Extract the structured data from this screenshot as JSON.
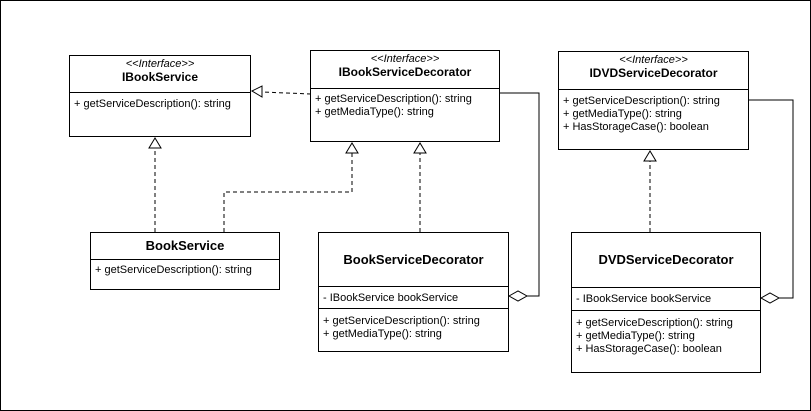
{
  "classes": {
    "ibookservice": {
      "stereotype": "<<Interface>>",
      "name": "IBookService",
      "methods": [
        "+ getServiceDescription(): string"
      ]
    },
    "ibookservicedecorator": {
      "stereotype": "<<Interface>>",
      "name": "IBookServiceDecorator",
      "methods": [
        "+ getServiceDescription(): string",
        "+ getMediaType(): string"
      ]
    },
    "idvdservicedecorator": {
      "stereotype": "<<Interface>>",
      "name": "IDVDServiceDecorator",
      "methods": [
        "+ getServiceDescription(): string",
        "+ getMediaType(): string",
        "+ HasStorageCase(): boolean"
      ]
    },
    "bookservice": {
      "name": "BookService",
      "methods": [
        "+ getServiceDescription(): string"
      ]
    },
    "bookservicedecorator": {
      "name": "BookServiceDecorator",
      "attributes": [
        "- IBookService bookService"
      ],
      "methods": [
        "+ getServiceDescription(): string",
        "+ getMediaType(): string"
      ]
    },
    "dvdservicedecorator": {
      "name": "DVDServiceDecorator",
      "attributes": [
        "- IBookService bookService"
      ],
      "methods": [
        "+ getServiceDescription(): string",
        "+ getMediaType(): string",
        "+ HasStorageCase(): boolean"
      ]
    }
  },
  "relations": [
    {
      "type": "realization",
      "from": "ibookservicedecorator",
      "to": "ibookservice"
    },
    {
      "type": "realization",
      "from": "bookservice",
      "to": "ibookservice"
    },
    {
      "type": "realization",
      "from": "bookservice",
      "to": "ibookservicedecorator"
    },
    {
      "type": "realization",
      "from": "bookservicedecorator",
      "to": "ibookservicedecorator"
    },
    {
      "type": "realization",
      "from": "dvdservicedecorator",
      "to": "idvdservicedecorator"
    },
    {
      "type": "aggregation",
      "from": "ibookservicedecorator",
      "to": "bookservicedecorator"
    },
    {
      "type": "aggregation",
      "from": "idvdservicedecorator",
      "to": "dvdservicedecorator"
    }
  ]
}
